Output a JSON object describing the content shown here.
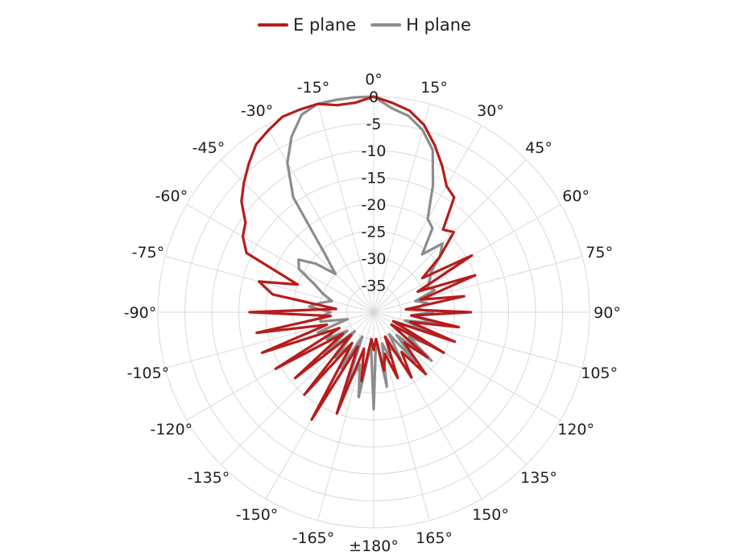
{
  "chart_data": {
    "type": "polar-line",
    "title": "",
    "r_axis": {
      "min": -40,
      "max": 0,
      "ticks": [
        0,
        -5,
        -10,
        -15,
        -20,
        -25,
        -30,
        -35
      ]
    },
    "theta_axis": {
      "direction": "clockwise",
      "zero": "top",
      "step_deg": 15,
      "tick_labels": [
        "0°",
        "15°",
        "30°",
        "45°",
        "60°",
        "75°",
        "90°",
        "105°",
        "120°",
        "135°",
        "150°",
        "165°",
        "±180°",
        "-165°",
        "-150°",
        "-135°",
        "-120°",
        "-105°",
        "-90°",
        "-75°",
        "-60°",
        "-45°",
        "-30°",
        "-15°"
      ]
    },
    "grid": true,
    "legend": {
      "position": "top"
    },
    "series": [
      {
        "name": "E plane",
        "color": "#b71c1c",
        "theta": [
          -180,
          -175,
          -170,
          -165,
          -160,
          -155,
          -150,
          -145,
          -140,
          -135,
          -130,
          -125,
          -120,
          -115,
          -110,
          -105,
          -100,
          -95,
          -90,
          -85,
          -80,
          -75,
          -70,
          -65,
          -60,
          -55,
          -50,
          -45,
          -40,
          -35,
          -30,
          -25,
          -20,
          -15,
          -10,
          -5,
          0,
          5,
          10,
          15,
          20,
          25,
          30,
          35,
          40,
          45,
          50,
          55,
          60,
          65,
          70,
          75,
          80,
          85,
          90,
          95,
          100,
          105,
          110,
          115,
          120,
          125,
          130,
          135,
          140,
          145,
          150,
          155,
          160,
          165,
          170,
          175,
          180
        ],
        "r": [
          -33,
          -35,
          -27,
          -33,
          -20,
          -33,
          -17,
          -33,
          -20,
          -34,
          -21,
          -33,
          -19,
          -33,
          -18,
          -31,
          -18,
          -32,
          -17,
          -33,
          -21,
          -18,
          -25,
          -14,
          -12,
          -11,
          -8,
          -6,
          -4,
          -2,
          -1,
          0,
          0,
          0,
          -1,
          -1,
          0,
          -1,
          -2,
          -4,
          -7,
          -10,
          -13,
          -14,
          -20,
          -19,
          -24,
          -29,
          -19,
          -31,
          -20,
          -31,
          -23,
          -34,
          -22,
          -33,
          -24,
          -33,
          -24,
          -36,
          -25,
          -36,
          -27,
          -32,
          -25,
          -31,
          -26,
          -35,
          -27,
          -32,
          -29,
          -35,
          -33
        ]
      },
      {
        "name": "H plane",
        "color": "#8c8c8c",
        "theta": [
          -180,
          -175,
          -170,
          -165,
          -160,
          -155,
          -150,
          -145,
          -140,
          -135,
          -130,
          -125,
          -120,
          -115,
          -110,
          -105,
          -100,
          -95,
          -90,
          -85,
          -80,
          -75,
          -70,
          -65,
          -60,
          -55,
          -50,
          -45,
          -40,
          -35,
          -30,
          -25,
          -20,
          -15,
          -10,
          -5,
          0,
          5,
          10,
          15,
          20,
          25,
          30,
          35,
          40,
          45,
          50,
          55,
          60,
          65,
          70,
          75,
          80,
          85,
          90,
          95,
          100,
          105,
          110,
          115,
          120,
          125,
          130,
          135,
          140,
          145,
          150,
          155,
          160,
          165,
          170,
          175,
          180
        ],
        "r": [
          -22,
          -34,
          -24,
          -30,
          -25,
          -35,
          -28,
          -33,
          -29,
          -35,
          -28,
          -34,
          -30,
          -32,
          -29,
          -35,
          -30,
          -30,
          -32,
          -28,
          -30,
          -32,
          -30,
          -28,
          -24,
          -23,
          -26,
          -30,
          -26,
          -14,
          -8,
          -4,
          -1,
          0,
          0,
          0,
          0,
          -2,
          -3,
          -5,
          -8,
          -14,
          -20,
          -21,
          -26,
          -22,
          -24,
          -27,
          -28,
          -29,
          -28,
          -32,
          -30,
          -32,
          -29,
          -33,
          -28,
          -34,
          -29,
          -36,
          -27,
          -32,
          -26,
          -34,
          -28,
          -35,
          -30,
          -33,
          -31,
          -34,
          -26,
          -35,
          -22
        ]
      }
    ]
  }
}
